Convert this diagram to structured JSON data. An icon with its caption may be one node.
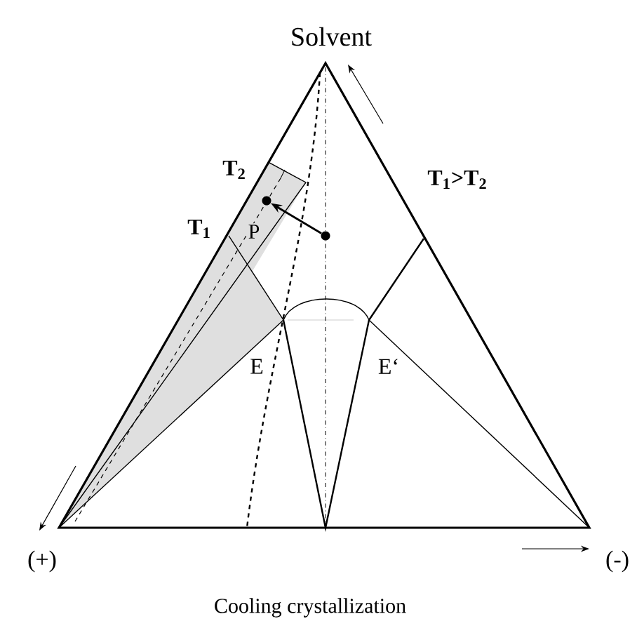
{
  "diagram": {
    "caption": "Cooling crystallization",
    "nodes": [
      {
        "text": [],
        "shape": "circle"
      },
      {
        "text": [],
        "shape": "circle"
      }
    ],
    "edges": [
      {
        "from": 1,
        "to": 0,
        "arrow": "to"
      }
    ],
    "labels": [
      "Solvent",
      "T$_{2}$",
      "T$_{1}$>T$_{2}$",
      "T$_{1}$",
      "P",
      "E",
      "E‘",
      "(+)",
      "(-)"
    ]
  }
}
